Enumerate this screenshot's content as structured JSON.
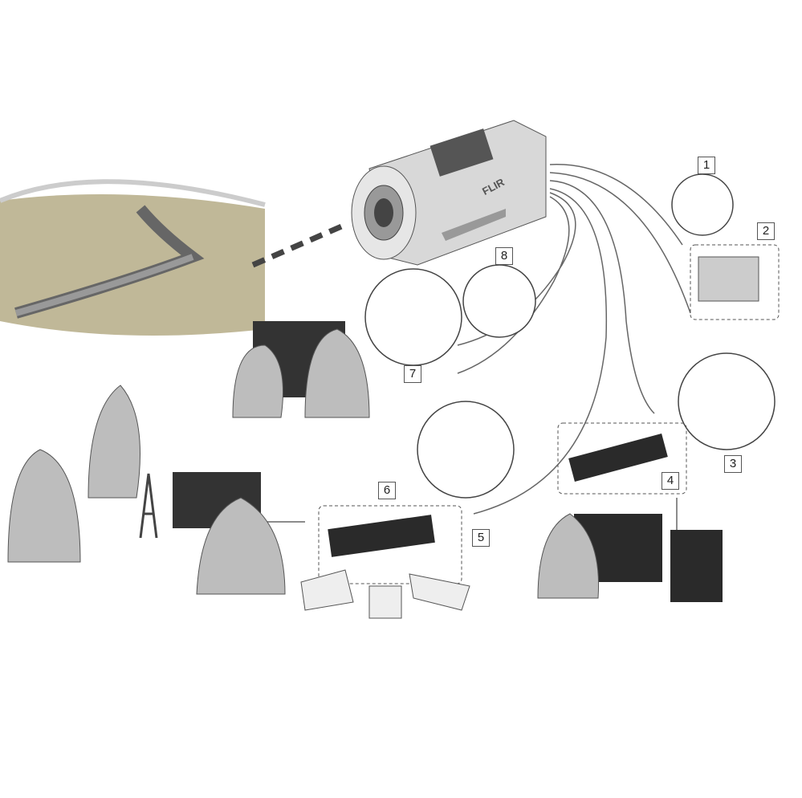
{
  "diagram": {
    "labels": [
      "1",
      "2",
      "3",
      "4",
      "5",
      "6",
      "7",
      "8"
    ],
    "camera_logo": "FLIR",
    "colors": {
      "line": "#555555",
      "fill": "#c8c8c8",
      "dark": "#2a2a2a",
      "land": "#b5ab86",
      "person": "#bdbdbd"
    }
  }
}
